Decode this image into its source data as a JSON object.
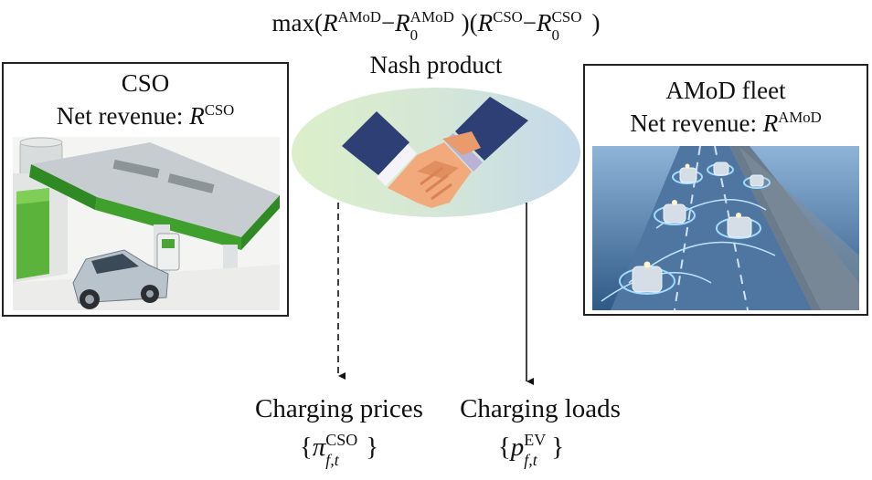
{
  "objective": {
    "prefix": "max(",
    "r": "R",
    "amod_sup": "AMoD",
    "minus": "−",
    "r0": "R",
    "zero": "0",
    "close_open": ")(",
    "cso_sup": "CSO",
    "suffix": ")"
  },
  "nash": {
    "label": "Nash product"
  },
  "cso": {
    "title": "CSO",
    "revenue_label": "Net revenue: ",
    "revenue_var": "R",
    "revenue_sup": "CSO"
  },
  "amod": {
    "title": "AMoD fleet",
    "revenue_label": "Net revenue: ",
    "revenue_var": "R",
    "revenue_sup": "AMoD"
  },
  "outputs": {
    "prices": {
      "label": "Charging prices",
      "open": "{",
      "var": "π",
      "sub": "f,t",
      "sup": "CSO",
      "close": "}"
    },
    "loads": {
      "label": "Charging loads",
      "open": "{",
      "var": "p",
      "sub": "f,t",
      "sup": "EV",
      "close": "}"
    }
  },
  "colors": {
    "ellipse_left": "#d8ecc8",
    "ellipse_right": "#c6dced",
    "sleeve": "#2c3e73",
    "skin": "#f0a878",
    "cuff": "#ffffff"
  }
}
